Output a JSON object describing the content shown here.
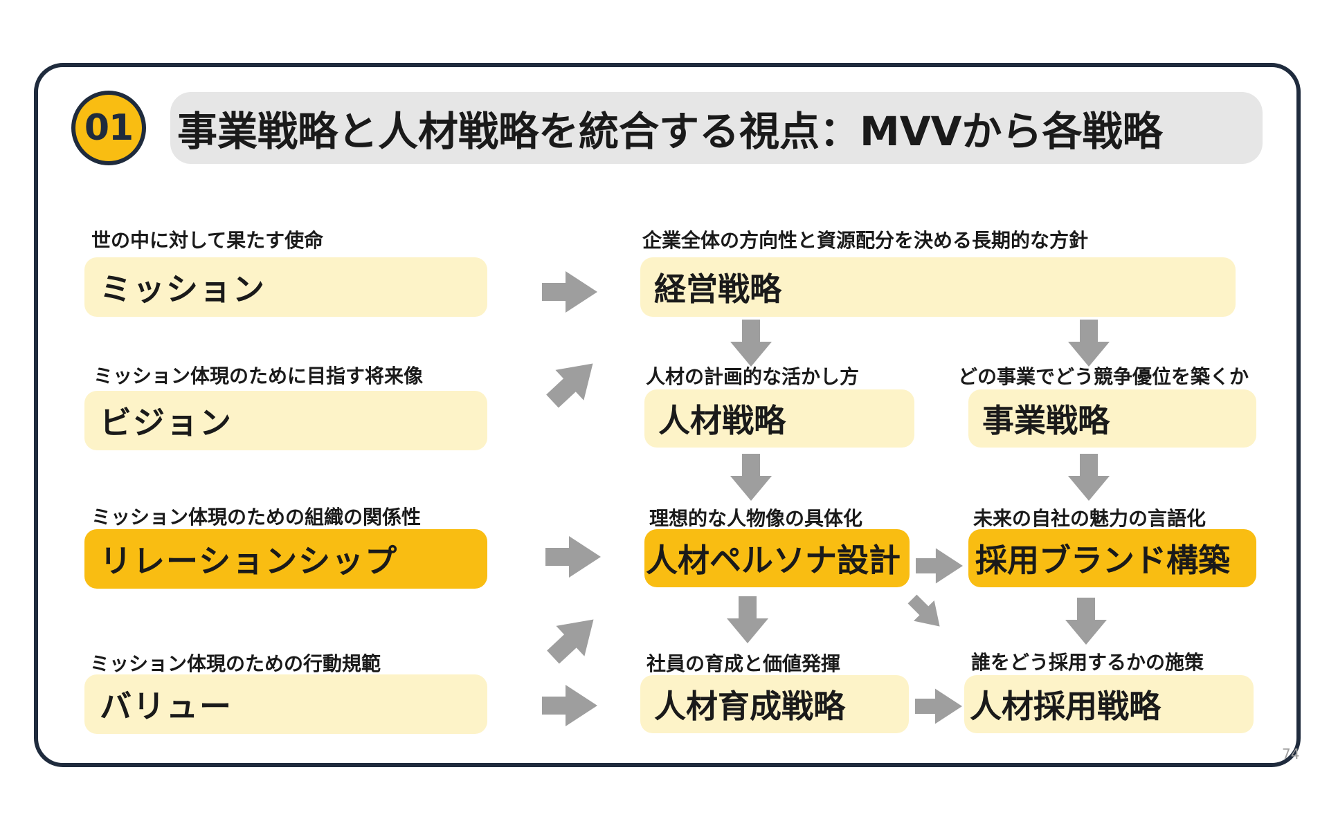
{
  "header": {
    "badge": "01",
    "title": "事業戦略と人材戦略を統合する視点：MVVから各戦略"
  },
  "mvv": [
    {
      "caption": "世の中に対して果たす使命",
      "label": "ミッション"
    },
    {
      "caption": "ミッション体現のために目指す将来像",
      "label": "ビジョン"
    },
    {
      "caption": "ミッション体現のための組織の関係性",
      "label": "リレーションシップ"
    },
    {
      "caption": "ミッション体現のための行動規範",
      "label": "バリュー"
    }
  ],
  "management": {
    "caption": "企業全体の方向性と資源配分を決める長期的な方針",
    "label": "経営戦略"
  },
  "hr_column": [
    {
      "caption": "人材の計画的な活かし方",
      "label": "人材戦略"
    },
    {
      "caption": "理想的な人物像の具体化",
      "label": "人材ペルソナ設計"
    },
    {
      "caption": "社員の育成と価値発揮",
      "label": "人材育成戦略"
    }
  ],
  "biz_column": [
    {
      "caption": "どの事業でどう競争優位を築くか",
      "label": "事業戦略"
    },
    {
      "caption": "未来の自社の魅力の言語化",
      "label": "採用ブランド構築"
    },
    {
      "caption": "誰をどう採用するかの施策",
      "label": "人材採用戦略"
    }
  ],
  "page_number": "74",
  "colors": {
    "frame": "#1f2b3d",
    "accent": "#f9bd12",
    "box_fill": "#fdf3c8",
    "arrow": "#9e9e9e",
    "title_bar": "#e6e6e6"
  }
}
